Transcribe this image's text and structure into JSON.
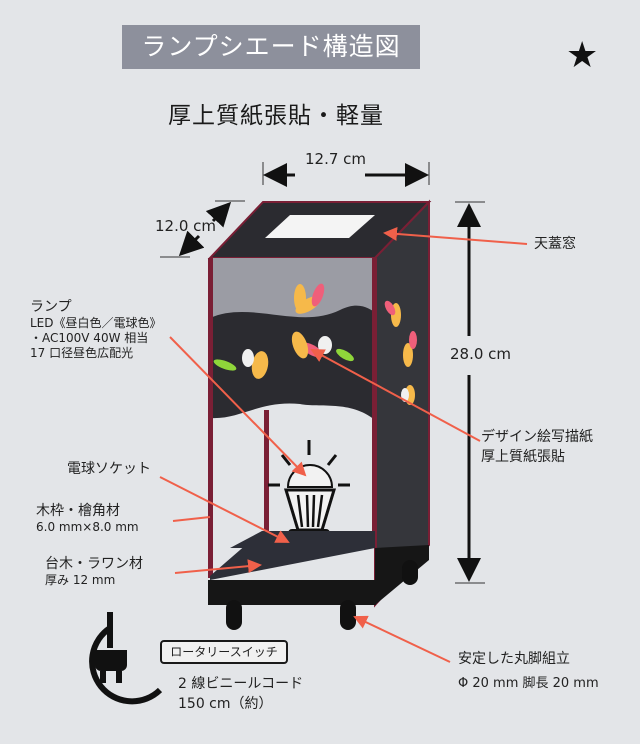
{
  "header": {
    "title": "ランプシエード構造図",
    "subtitle": "厚上質紙張貼・軽量",
    "star_icon": "★"
  },
  "dimensions": {
    "width": "12.7 cm",
    "depth": "12.0 cm",
    "height": "28.0 cm"
  },
  "labels": {
    "lamp": {
      "title": "ランプ",
      "line1": "LED《昼白色／電球色》",
      "line2": "・AC100V  40W 相当",
      "line3": "17 口径昼色広配光"
    },
    "socket": "電球ソケット",
    "frame": {
      "title": "木枠・檜角材",
      "size": "6.0 mm×8.0 mm"
    },
    "base": {
      "title": "台木・ラワン材",
      "thickness": "厚み  12 mm"
    },
    "skylight": "天蓋窓",
    "paper": {
      "line1": "デザイン絵写描紙",
      "line2": "厚上質紙張貼"
    },
    "legs": {
      "title": "安定した丸脚組立",
      "size": "Φ 20 mm  脚長 20 mm"
    },
    "switch": "ロータリースイッチ",
    "cord": {
      "line1": "2 線ビニールコード",
      "line2": "150 cm（約）"
    }
  },
  "colors": {
    "background": "#e3e5e8",
    "title_bar": "#8d909c",
    "shade_dark": "#2b2b30",
    "frame_wood": "#7a1f35",
    "leader_line": "#f0604a",
    "socket_green": "#8fd63a"
  }
}
